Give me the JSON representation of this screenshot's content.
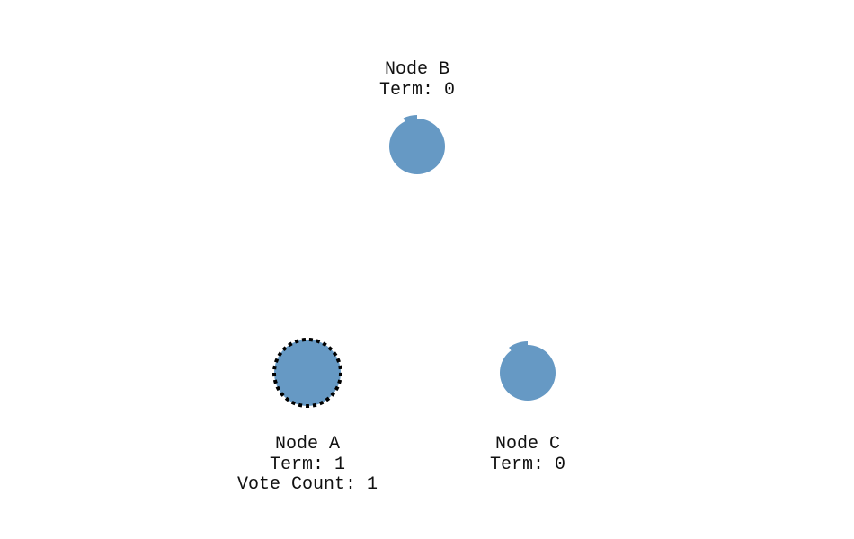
{
  "colors": {
    "node_fill": "#6699c4",
    "candidate_border": "#000000",
    "timer_gap": "#ffffff",
    "background": "#ffffff"
  },
  "nodes": [
    {
      "id": "B",
      "name": "Node B",
      "term_text": "Term: 0",
      "is_candidate": false,
      "election_timer_remaining": 0.96
    },
    {
      "id": "A",
      "name": "Node A",
      "term_text": "Term: 1",
      "vote_text": "Vote Count: 1",
      "is_candidate": true
    },
    {
      "id": "C",
      "name": "Node C",
      "term_text": "Term: 0",
      "is_candidate": false,
      "election_timer_remaining": 0.93
    }
  ]
}
